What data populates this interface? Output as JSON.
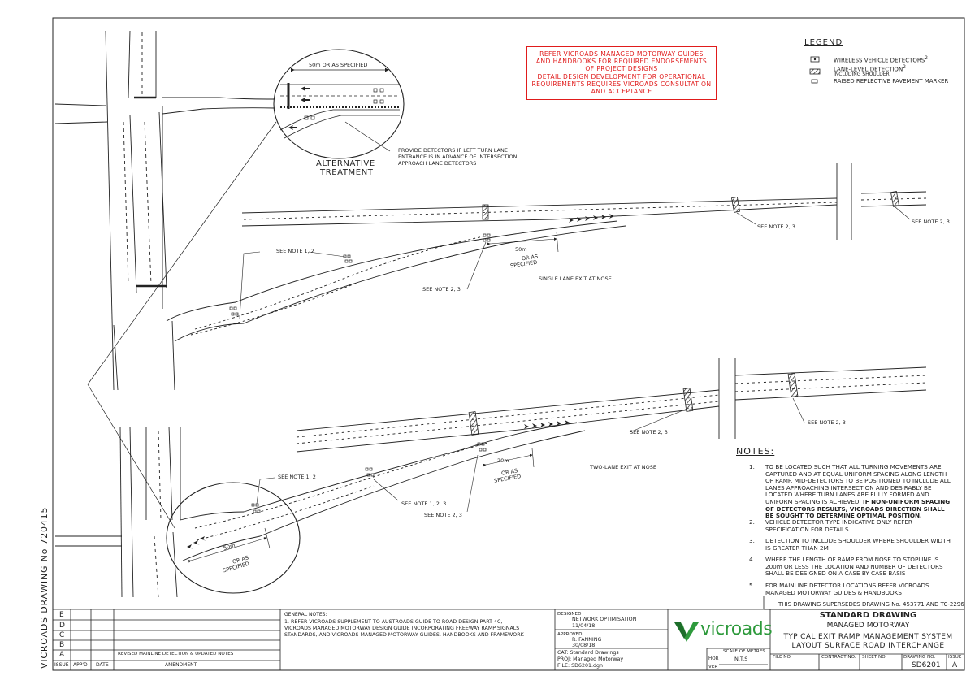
{
  "drawing_id_vertical": "VICROADS DRAWING No 720415",
  "red_note": {
    "lines": [
      "REFER VICROADS MANAGED MOTORWAY GUIDES",
      "AND HANDBOOKS FOR REQUIRED ENDORSEMENTS",
      "OF PROJECT DESIGNS",
      "DETAIL DESIGN DEVELOPMENT FOR OPERATIONAL",
      "REQUIREMENTS REQUIRES VICROADS CONSULTATION",
      "AND ACCEPTANCE"
    ]
  },
  "legend": {
    "title": "LEGEND",
    "items": [
      {
        "label": "WIRELESS VEHICLE DETECTORS",
        "sup": "2"
      },
      {
        "label": "LANE-LEVEL DETECTION",
        "sup": "2",
        "sub": "INCLUDING SHOULDER"
      },
      {
        "label": "RAISED REFLECTIVE PAVEMENT MARKER"
      }
    ]
  },
  "inset": {
    "dimension": "50m OR AS SPECIFIED",
    "title_line1": "ALTERNATIVE",
    "title_line2": "TREATMENT",
    "callout": [
      "PROVIDE DETECTORS IF LEFT TURN LANE",
      "ENTRANCE IS IN ADVANCE OF INTERSECTION",
      "APPROACH LANE DETECTORS"
    ]
  },
  "plan1": {
    "caption": "SINGLE LANE EXIT AT NOSE",
    "dim_a": "50m",
    "dim_b": [
      "OR AS",
      "SPECIFIED"
    ],
    "see_note_12": "SEE NOTE 1, 2",
    "see_note_23_ramp": "SEE NOTE 2, 3",
    "see_note_23_main": "SEE NOTE 2, 3",
    "see_note_23_right": "SEE NOTE 2, 3"
  },
  "plan2": {
    "caption": "TWO-LANE EXIT AT NOSE",
    "dim_a": "20m",
    "dim_b": [
      "OR AS",
      "SPECIFIED"
    ],
    "dim_c": "50m",
    "dim_d": [
      "OR AS",
      "SPECIFIED"
    ],
    "see_note_12": "SEE NOTE 1, 2",
    "see_note_123": "SEE NOTE 1, 2, 3",
    "see_note_23_ramp": "SEE NOTE 2, 3",
    "see_note_23_main": "SEE NOTE 2, 3",
    "see_note_23_right": "SEE NOTE 2, 3"
  },
  "notes": {
    "title": "NOTES:",
    "items": [
      {
        "num": "1.",
        "text": "TO BE LOCATED SUCH THAT ALL TURNING MOVEMENTS ARE CAPTURED AND AT EQUAL UNIFORM SPACING ALONG LENGTH OF RAMP. MID-DETECTORS TO BE POSITIONED TO INCLUDE ALL LANES APPROACHING INTERSECTION AND DESIRABLY BE LOCATED WHERE TURN LANES ARE FULLY FORMED AND UNIFORM SPACING IS ACHIEVED.",
        "bold": "IF NON-UNIFORM SPACING OF DETECTORS RESULTS, VICROADS DIRECTION SHALL BE SOUGHT TO DETERMINE OPTIMAL POSITION."
      },
      {
        "num": "2.",
        "text": "VEHICLE DETECTOR TYPE INDICATIVE ONLY REFER SPECIFICATION FOR DETAILS"
      },
      {
        "num": "3.",
        "text": "DETECTION TO INCLUDE SHOULDER WHERE SHOULDER WIDTH IS GREATER THAN 2M"
      },
      {
        "num": "4.",
        "text": "WHERE THE LENGTH OF RAMP FROM NOSE TO STOPLINE IS 200m OR LESS THE LOCATION AND NUMBER OF DETECTORS SHALL BE DESIGNED ON A CASE BY CASE BASIS"
      },
      {
        "num": "5.",
        "text": "FOR MAINLINE DETECTOR LOCATIONS REFER VICROADS MANAGED MOTORWAY GUIDES & HANDBOOKS"
      }
    ]
  },
  "supersedes": "THIS DRAWING SUPERSEDES DRAWING No. 453771 AND TC-2296",
  "title_block": {
    "revisions": [
      "E",
      "D",
      "C",
      "B",
      "A"
    ],
    "rev_a_text": "REVISED MAINLINE DETECTION & UPDATED NOTES",
    "headers": {
      "issue": "ISSUE",
      "appd": "APP'D",
      "date": "DATE",
      "amendment": "AMENDMENT"
    },
    "general_notes_title": "GENERAL NOTES:",
    "general_notes": [
      "1. REFER VICROADS SUPPLEMENT TO AUSTROADS GUIDE TO ROAD DESIGN PART 4C,",
      "VICROADS MANAGED MOTORWAY DESIGN GUIDE INCORPORATING FREEWAY RAMP SIGNALS",
      "STANDARDS, AND VICROADS MANAGED MOTORWAY GUIDES, HANDBOOKS AND FRAMEWORK"
    ],
    "designed_label": "DESIGNED",
    "designed_by": "NETWORK OPTIMISATION",
    "designed_date": "11/04/18",
    "approved_label": "APPROVED",
    "approved_by": "R. FANNING",
    "approved_date": "30/08/18",
    "cat": "CAT: Standard Drawings",
    "proj": "PROJ: Managed Motorway",
    "file": "FILE:  SD6201.dgn",
    "logo_text": "vicroads",
    "std_drawing": "STANDARD DRAWING",
    "series": "MANAGED MOTORWAY",
    "title_line1": "TYPICAL EXIT RAMP MANAGEMENT SYSTEM",
    "title_line2": "LAYOUT SURFACE ROAD INTERCHANGE",
    "scale_label": "SCALE OF METRES",
    "hor": "HOR",
    "ver": "VER",
    "scale_value": "N.T.S",
    "file_no": "FILE NO.",
    "contract_no": "CONTRACT NO.",
    "sheet_no": "SHEET NO.",
    "drawing_no_label": "DRAWING NO.",
    "issue_label": "ISSUE",
    "drawing_no": "SD6201",
    "issue": "A"
  },
  "colors": {
    "red": "#e01b1b",
    "logo_green": "#2e9a3c",
    "ink": "#222222"
  }
}
